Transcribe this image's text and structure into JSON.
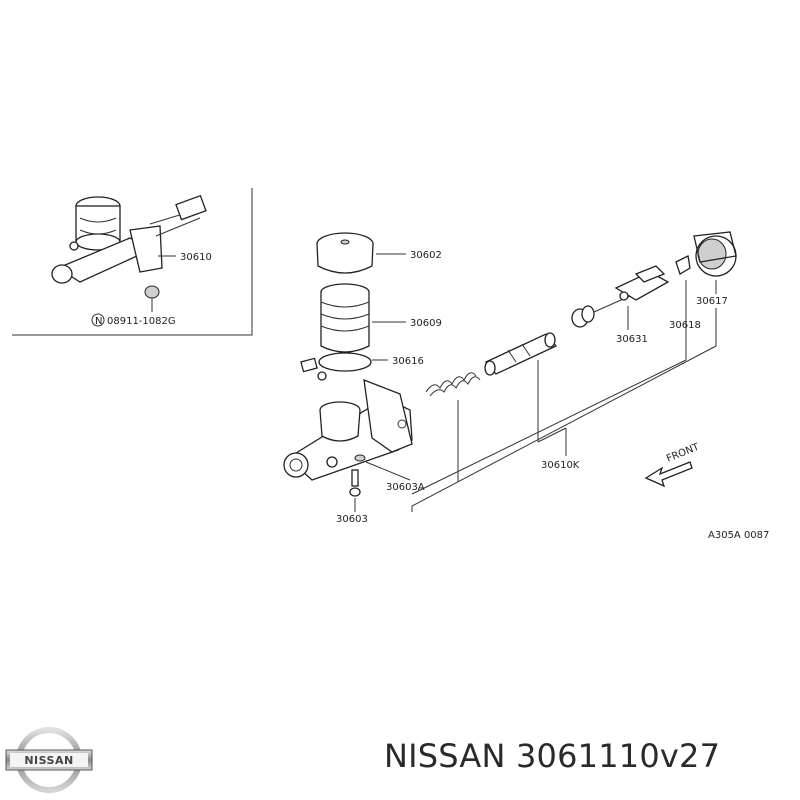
{
  "diagram": {
    "inset_labels": {
      "part_30610": "30610",
      "nut_part": "08911-1082G",
      "nut_prefix": "N"
    },
    "part_labels": {
      "p30602": "30602",
      "p30609": "30609",
      "p30616": "30616",
      "p30603A": "30603A",
      "p30603": "30603",
      "p30610K": "30610K",
      "p30631": "30631",
      "p30618": "30618",
      "p30617": "30617"
    },
    "front_label": "FRONT",
    "figure_code": "A305A 0087"
  },
  "footer": {
    "brand": "NISSAN",
    "text": "NISSAN 3061110v27"
  }
}
